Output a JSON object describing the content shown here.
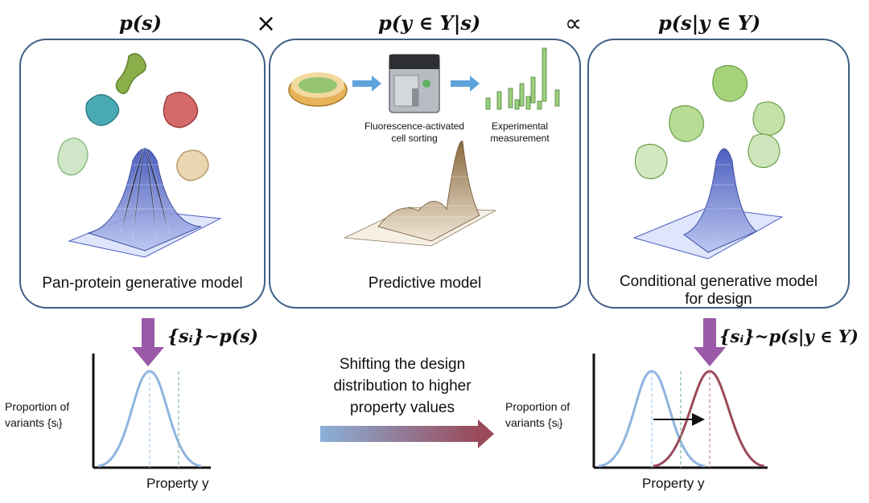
{
  "formulas": {
    "left": "p(s)",
    "middle": "p(y ∈ Y|s)",
    "right": "p(s|y ∈ Y)",
    "times": "×",
    "propto": "∝",
    "sample_left": "{sᵢ}~p(s)",
    "sample_right": "{sᵢ}~p(s|y ∈ Y)"
  },
  "panels": {
    "left_label": "Pan-protein generative model",
    "middle_label": "Predictive model",
    "right_label_line1": "Conditional generative model",
    "right_label_line2": "for design",
    "facs_line1": "Fluorescence-activated",
    "facs_line2": "cell sorting",
    "exp_line1": "Experimental",
    "exp_line2": "measurement"
  },
  "bottom": {
    "ylabel_line1": "Proportion of",
    "ylabel_line2": "variants {sᵢ}",
    "xlabel": "Property y",
    "shift_line1": "Shifting the design",
    "shift_line2": "distribution to higher",
    "shift_line3": "property values"
  },
  "colors": {
    "panel_border": "#3f5f86",
    "prior_curve": "#8fb4e0",
    "shifted_curve": "#9a4a5a",
    "down_arrow": "#9b5aa8",
    "mesh_blue": "#4a5fc0",
    "mesh_brown": "#b08d63"
  }
}
